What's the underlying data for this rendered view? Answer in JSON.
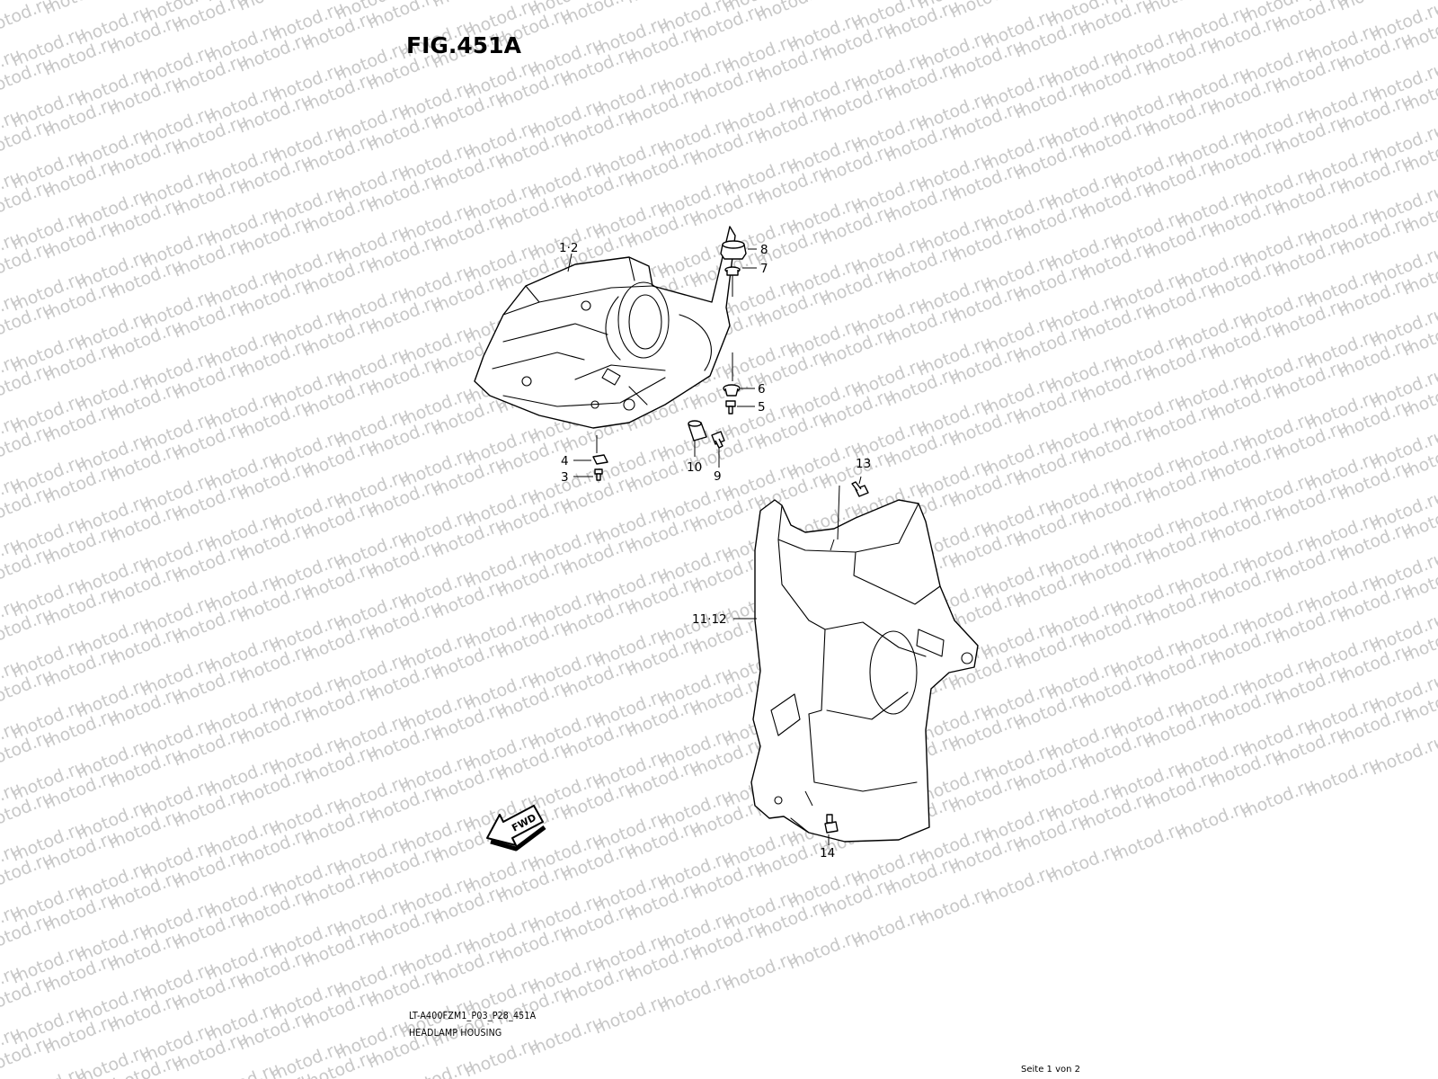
{
  "figure": {
    "title": "FIG.451A",
    "code": "LT-A400FZM1_P03_P28_451A",
    "name": "HEADLAMP HOUSING"
  },
  "watermark_text": "motod.ru",
  "page_count": "Seite 1 von 2",
  "fwd_label": "FWD",
  "callouts": {
    "c1_2": "1·2",
    "c3": "3",
    "c4": "4",
    "c5": "5",
    "c6": "6",
    "c7": "7",
    "c8": "8",
    "c9": "9",
    "c10": "10",
    "c11_12": "11·12",
    "c13": "13",
    "c14": "14"
  }
}
